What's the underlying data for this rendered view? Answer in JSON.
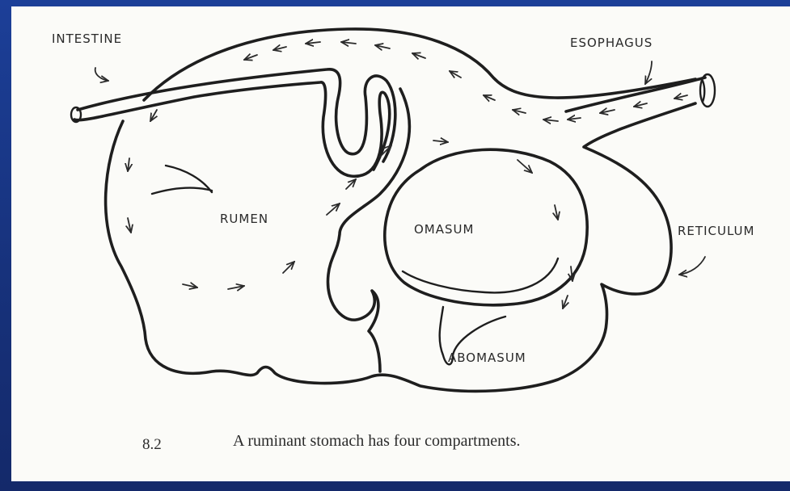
{
  "labels": {
    "intestine": "INTESTINE",
    "esophagus": "ESOPHAGUS",
    "rumen": "RUMEN",
    "omasum": "OMASUM",
    "reticulum": "RETICULUM",
    "abomasum": "ABOMASUM"
  },
  "caption": {
    "number": "8.2",
    "text": "A ruminant stomach has four compartments."
  },
  "colors": {
    "frame": "#1e3a8c",
    "paper": "#fbfbf8",
    "ink": "#1e1e1e"
  }
}
